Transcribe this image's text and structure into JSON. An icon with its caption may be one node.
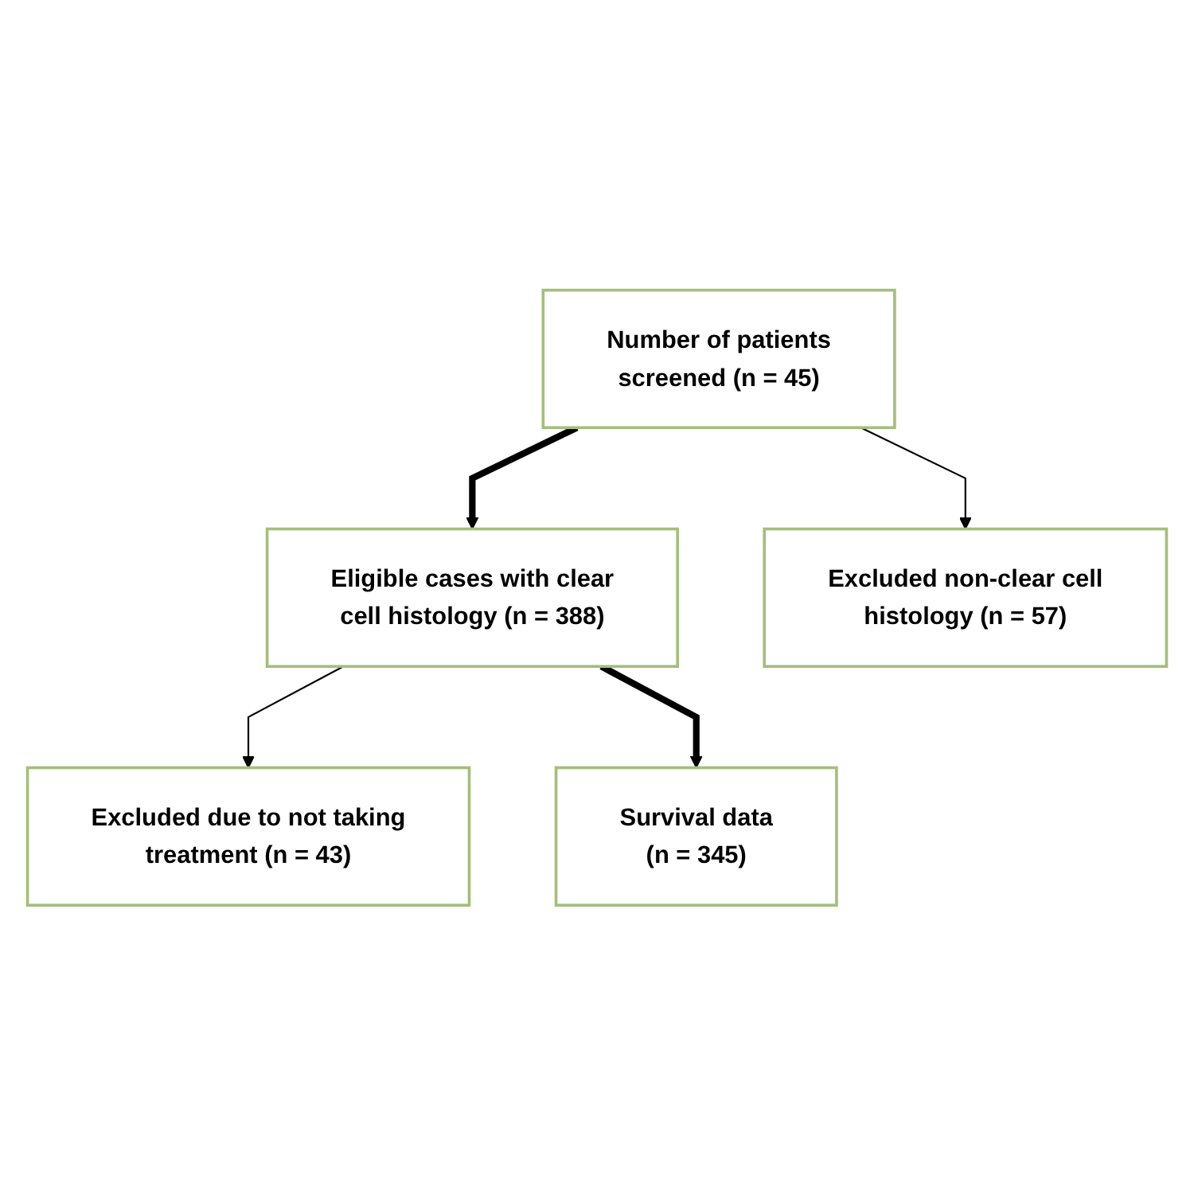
{
  "diagram": {
    "nodes": [
      {
        "text": [
          "Number of patients screened (n = 45)"
        ]
      },
      {
        "text": [
          "Excluded non-clear cell histology (n = 57)"
        ]
      },
      {
        "text": [
          "Eligible cases with clear cell histology (n = 388)"
        ]
      },
      {
        "text": [
          "Excluded due to not taking treatment (n = 43)"
        ]
      },
      {
        "text": [
          "Survival data (n = 345)"
        ]
      }
    ],
    "edges": [
      {
        "from": 0,
        "to": 1,
        "arrow": "to"
      },
      {
        "from": 0,
        "to": 2,
        "arrow": "to",
        "style": "thick"
      },
      {
        "from": 2,
        "to": 3,
        "arrow": "to"
      },
      {
        "from": 2,
        "to": 4,
        "arrow": "to",
        "style": "thick"
      }
    ]
  }
}
